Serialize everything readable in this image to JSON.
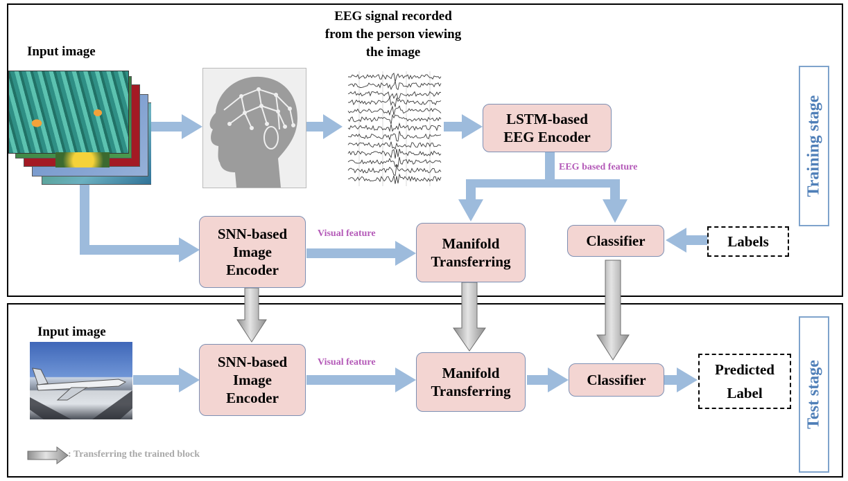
{
  "colors": {
    "block_fill": "#f3d5d2",
    "block_border": "#7d8fb3",
    "flow_arrow": "#9dbbdc",
    "transfer_arrow": "#b9b9b9",
    "stage_label": "#4f7fb8",
    "feature_text": "#b45ab8"
  },
  "training": {
    "stage_label": "Training stage",
    "input_image_label": "Input image",
    "eeg_caption": "EEG signal recorded\nfrom the person viewing\nthe image",
    "lstm_encoder": "LSTM-based\nEEG Encoder",
    "eeg_feature": "EEG based feature",
    "snn_encoder": "SNN-based\nImage\nEncoder",
    "visual_feature": "Visual feature",
    "manifold": "Manifold\nTransferring",
    "classifier": "Classifier",
    "labels": "Labels"
  },
  "test": {
    "stage_label": "Test stage",
    "input_image_label": "Input image",
    "snn_encoder": "SNN-based\nImage\nEncoder",
    "visual_feature": "Visual feature",
    "manifold": "Manifold\nTransferring",
    "classifier": "Classifier",
    "predicted_label": "Predicted\nLabel"
  },
  "legend": {
    "transfer_text": ": Transferring the trained block"
  }
}
